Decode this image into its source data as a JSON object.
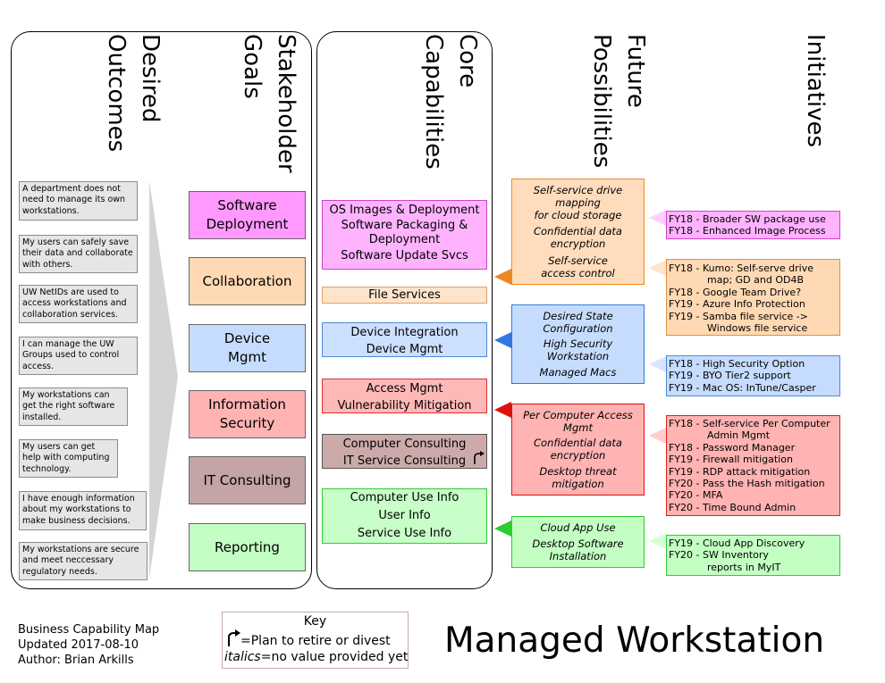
{
  "headers": {
    "desired_outcomes": "Desired\nOutcomes",
    "stakeholder_goals": "Stakeholder\nGoals",
    "core_capabilities": "Core\nCapabilities",
    "future_possibilities": "Future\nPossibilities",
    "initiatives": "Initiatives"
  },
  "outcomes": [
    "A department does not need to manage its own workstations.",
    "My users can safely save their data and collaborate with others.",
    "UW NetIDs are used to access workstations and collaboration services.",
    "I can manage the UW Groups used to control access.",
    "My workstations can get the right software installed.",
    "My users can get help with computing technology.",
    "I have enough information about my workstations to make business decisions.",
    "My workstations are secure and meet neccessary regulatory needs."
  ],
  "goals": [
    {
      "label": "Software\nDeployment",
      "color": "#ff99ff"
    },
    {
      "label": "Collaboration",
      "color": "#ffd9b3"
    },
    {
      "label": "Device\nMgmt",
      "color": "#c6dcff"
    },
    {
      "label": "Information\nSecurity",
      "color": "#ffb3b3"
    },
    {
      "label": "IT Consulting",
      "color": "#c4a4a4"
    },
    {
      "label": "Reporting",
      "color": "#c3ffc3"
    }
  ],
  "capabilities": [
    {
      "lines": [
        "OS Images & Deployment",
        "Software Packaging &",
        "Deployment",
        "Software Update Svcs"
      ],
      "color": "#ffb3ff"
    },
    {
      "lines": [
        "File Services"
      ],
      "color": "#ffe4cc"
    },
    {
      "lines": [
        "Device Integration",
        "Device Mgmt"
      ],
      "color": "#cce0ff"
    },
    {
      "lines": [
        "Access Mgmt",
        "Vulnerability Mitigation"
      ],
      "color": "#ffb8b8"
    },
    {
      "lines": [
        "Computer Consulting",
        "IT Service Consulting"
      ],
      "color": "#ccaaaa"
    },
    {
      "lines": [
        "Computer Use Info",
        "User Info",
        "Service Use Info"
      ],
      "color": "#c8ffc8"
    }
  ],
  "possibilities": [
    {
      "items": [
        "Self-service drive mapping\nfor cloud storage",
        "Confidential data\nencryption",
        "Self-service\naccess control"
      ],
      "fill": "#ffdcbc",
      "border": "#ee8822"
    },
    {
      "items": [
        "Desired State\nConfiguration",
        "High Security Workstation",
        "Managed Macs"
      ],
      "fill": "#c6dcff",
      "border": "#2f78e0"
    },
    {
      "items": [
        "Per Computer Access\nMgmt",
        "Confidential data\nencryption",
        "Desktop threat mitigation"
      ],
      "fill": "#ffb3b3",
      "border": "#e01010"
    },
    {
      "items": [
        "Cloud App Use",
        "Desktop Software\nInstallation"
      ],
      "fill": "#c3ffc3",
      "border": "#2ccc2c"
    }
  ],
  "initiatives": [
    {
      "lines": [
        [
          "FY18 - Broader SW package use"
        ],
        [
          "FY18 - Enhanced Image Process"
        ]
      ],
      "fill": "#ffb3ff",
      "border": "#cc44cc"
    },
    {
      "lines": [
        [
          "FY18 - Kumo: Self-serve drive",
          "map; GD and OD4B"
        ],
        [
          "FY18 - Google Team Drive?"
        ],
        [
          "FY19 - Azure Info Protection"
        ],
        [
          "FY19 - Samba file service ->",
          "Windows file service"
        ]
      ],
      "fill": "#ffd9b3",
      "border": "#e09040"
    },
    {
      "lines": [
        [
          "FY18 - High Security Option"
        ],
        [
          "FY19 - BYO Tier2 support"
        ],
        [
          "FY19 - Mac OS: InTune/Casper"
        ]
      ],
      "fill": "#c6dcff",
      "border": "#4a8ae0"
    },
    {
      "lines": [
        [
          "FY18 - Self-service Per Computer",
          "Admin Mgmt"
        ],
        [
          "FY18 - Password Manager"
        ],
        [
          "FY19 - Firewall mitigation"
        ],
        [
          "FY19 - RDP attack mitigation"
        ],
        [
          "FY20 - Pass the Hash mitigation"
        ],
        [
          "FY20 - MFA"
        ],
        [
          "FY20 - Time Bound Admin"
        ]
      ],
      "fill": "#ffb3b3",
      "border": "#dd2020"
    },
    {
      "lines": [
        [
          "FY19 - Cloud App Discovery"
        ],
        [
          "FY20 - SW Inventory",
          "reports in MyIT"
        ]
      ],
      "fill": "#c3ffc3",
      "border": "#33cc33"
    }
  ],
  "footer": {
    "line1": "Business Capability Map",
    "line2": "Updated 2017-08-10",
    "line3": "Author: Brian Arkills"
  },
  "key": {
    "title": "Key",
    "retire_text": "=Plan to retire or divest",
    "italics_word": "italics",
    "italics_text": "=no value provided yet"
  },
  "main_title": "Managed Workstation"
}
